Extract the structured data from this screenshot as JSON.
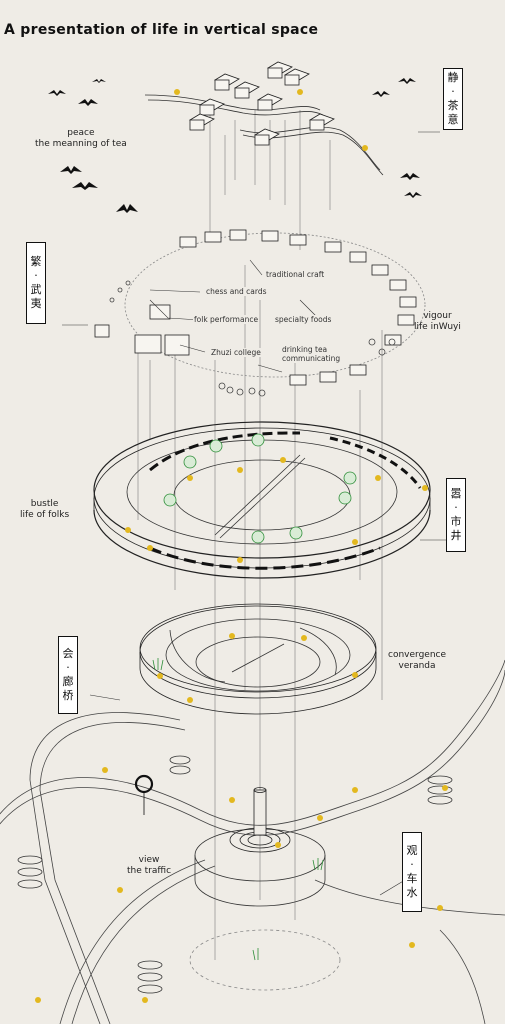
{
  "title": "A presentation of life in vertical space",
  "labels": {
    "peace": [
      "peace",
      "the meanning of tea"
    ],
    "vigour": [
      "vigour",
      "life inWuyi"
    ],
    "bustle": [
      "bustle",
      "life of folks"
    ],
    "convergence": [
      "convergence",
      "veranda"
    ],
    "traffic": [
      "view",
      "the traffic"
    ]
  },
  "annotations": {
    "craft": "traditional craft",
    "chess": "chess and cards",
    "folk": "folk performance",
    "foods": "specialty foods",
    "zhuzi": "Zhuzi college",
    "drinking": "drinking tea",
    "communicating": "communicating"
  },
  "tags": {
    "tea": [
      "静",
      "·",
      "茶",
      "意"
    ],
    "wuyi": [
      "繁",
      "·",
      "武",
      "夷"
    ],
    "market": [
      "嚣",
      "·",
      "市",
      "井"
    ],
    "corridor": [
      "会",
      "·",
      "廊",
      "桥"
    ],
    "traffic": [
      "观",
      "·",
      "车",
      "水"
    ]
  }
}
